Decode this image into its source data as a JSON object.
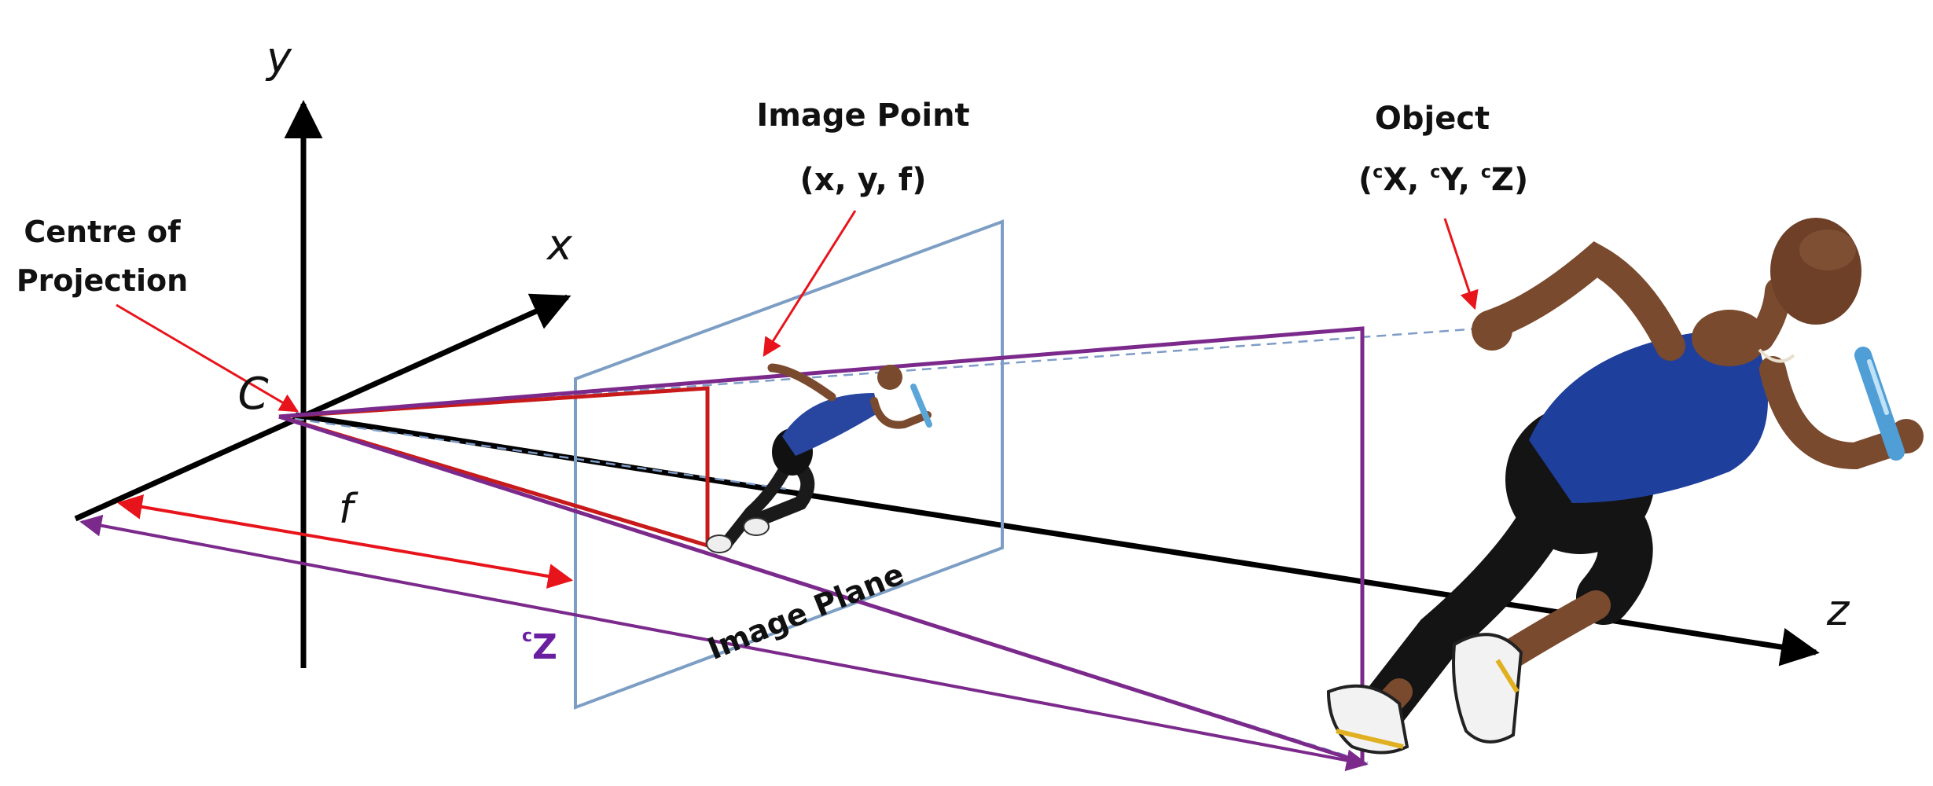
{
  "labels": {
    "axis_y": "y",
    "axis_x": "x",
    "axis_z": "z",
    "centre_line1": "Centre of",
    "centre_line2": "Projection",
    "centre_letter": "C",
    "focal": "f",
    "image_point_title": "Image Point",
    "image_point_coords": "(x, y, f)",
    "object_title": "Object",
    "object_open": "(",
    "object_sup1": "c",
    "object_X": "X, ",
    "object_sup2": "c",
    "object_Y": "Y, ",
    "object_sup3": "c",
    "object_Z": "Z)",
    "cz_sup": "c",
    "cz_main": "Z",
    "image_plane": "Image Plane"
  },
  "colors": {
    "axis": "#000000",
    "red": "#e8141b",
    "red_dark": "#c81a1a",
    "purple": "#7b2a8c",
    "plane": "#7d9ec4",
    "dashed": "#7f9cc6",
    "cz_text": "#6a1fa0"
  },
  "icons": {
    "small_figure": "sprinter-figure-small",
    "large_figure": "sprinter-figure-large"
  }
}
